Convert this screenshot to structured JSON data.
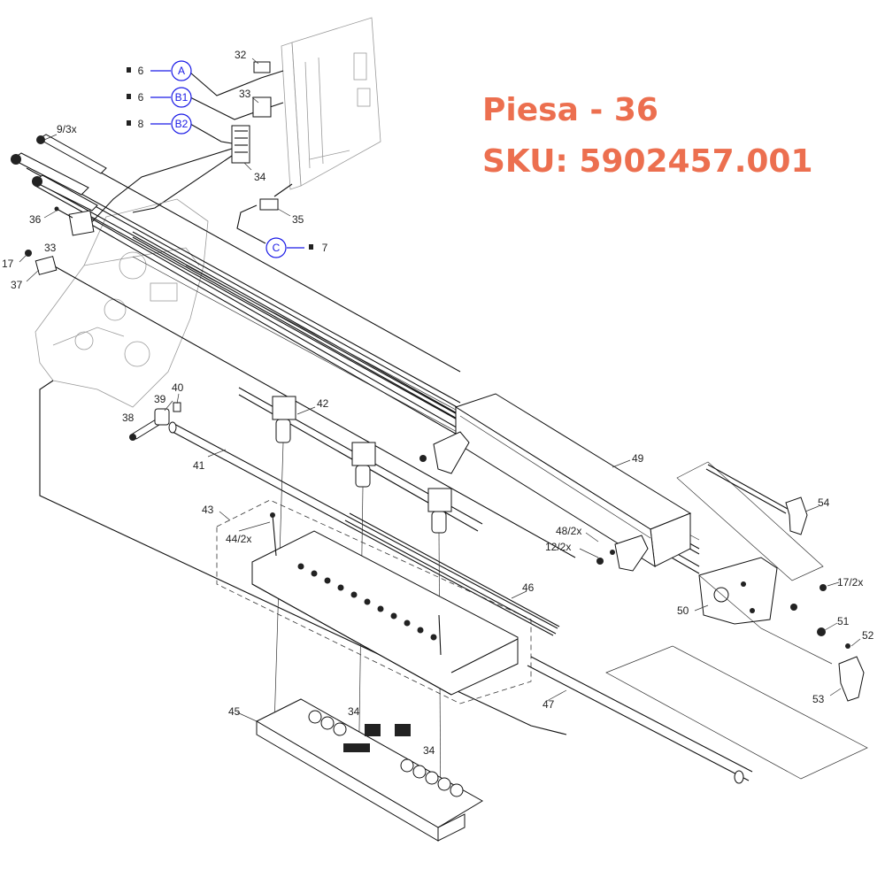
{
  "heading": {
    "title": "Piesa - 36",
    "sku": "SKU: 5902457.001"
  },
  "colors": {
    "heading": "#ec6f4f",
    "connector_circle": "#1a1ae6",
    "lines": "#111111"
  },
  "connectors": [
    {
      "letter": "A",
      "qty": "6"
    },
    {
      "letter": "B1",
      "qty": "6"
    },
    {
      "letter": "B2",
      "qty": "8"
    },
    {
      "letter": "C",
      "qty": "7"
    }
  ],
  "callouts": {
    "c32": "32",
    "c33a": "33",
    "c34a": "34",
    "c35": "35",
    "c9": "9/3x",
    "c36": "36",
    "c33b": "33",
    "c17a": "17",
    "c37": "37",
    "c38": "38",
    "c39": "39",
    "c40": "40",
    "c41": "41",
    "c42": "42",
    "c43": "43",
    "c44": "44/2x",
    "c45": "45",
    "c34b": "34",
    "c34c": "34",
    "c46": "46",
    "c47": "47",
    "c48": "48/2x",
    "c12": "12/2x",
    "c49": "49",
    "c50": "50",
    "c51": "51",
    "c52": "52",
    "c53": "53",
    "c54": "54",
    "c17b": "17/2x"
  }
}
